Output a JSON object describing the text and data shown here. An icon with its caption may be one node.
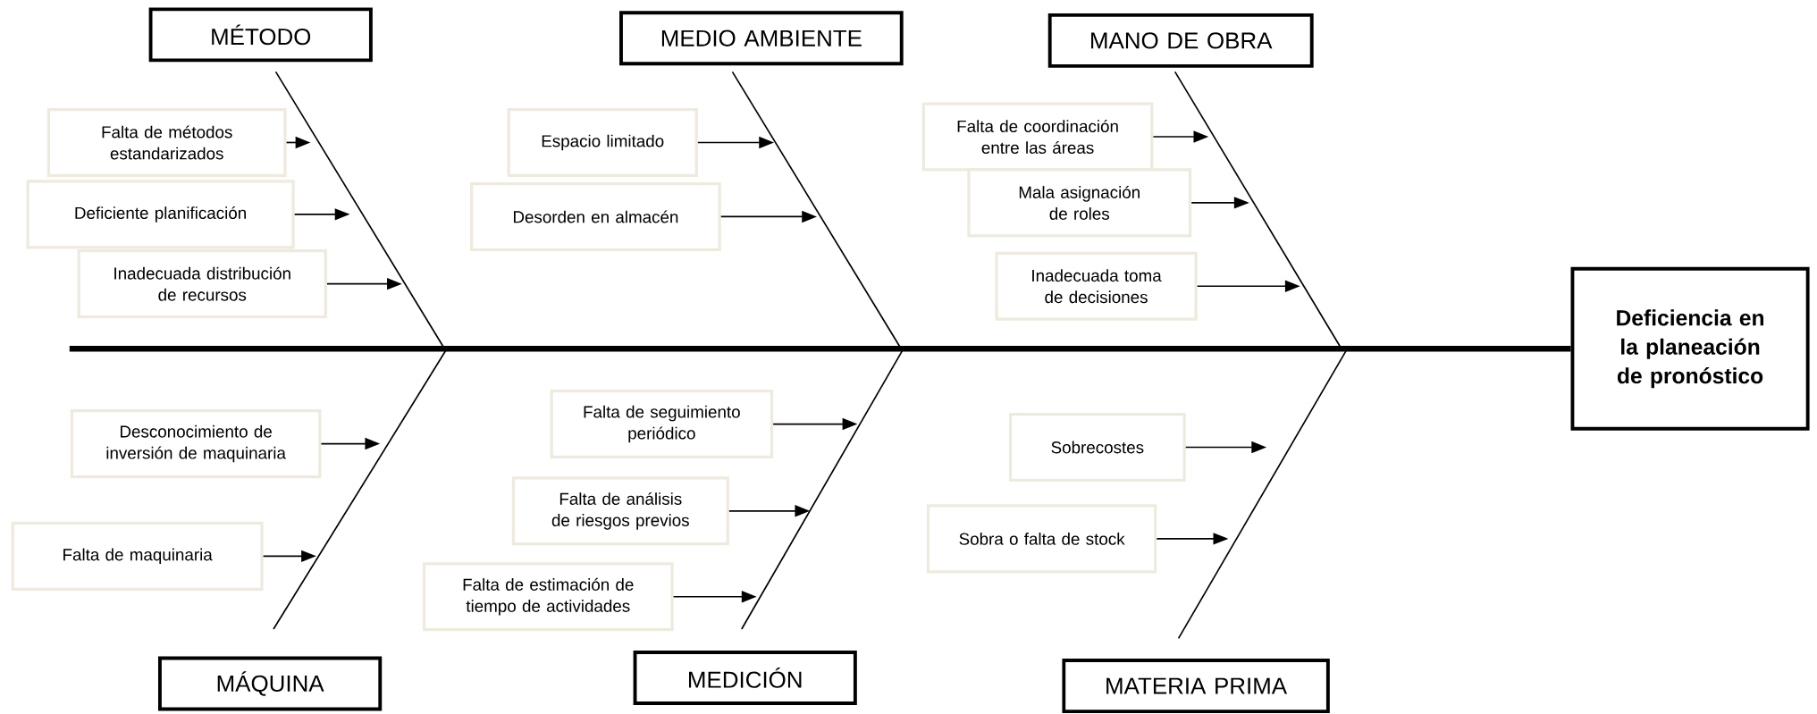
{
  "diagram": {
    "nodes": [
      {
        "text": [
          "Deficiencia en la planeación de pronóstico"
        ]
      },
      {
        "text": [
          "MÉTODO"
        ]
      },
      {
        "text": [
          "MEDIO AMBIENTE"
        ]
      },
      {
        "text": [
          "MANO DE OBRA"
        ]
      },
      {
        "text": [
          "MÁQUINA"
        ]
      },
      {
        "text": [
          "MEDICIÓN"
        ]
      },
      {
        "text": [
          "MATERIA PRIMA"
        ]
      },
      {
        "text": [
          "Falta de métodos estandarizados"
        ]
      },
      {
        "text": [
          "Deficiente planificación"
        ]
      },
      {
        "text": [
          "Inadecuada distribución de recursos"
        ]
      },
      {
        "text": [
          "Espacio limitado"
        ]
      },
      {
        "text": [
          "Desorden en almacén"
        ]
      },
      {
        "text": [
          "Falta de coordinación entre las áreas"
        ]
      },
      {
        "text": [
          "Mala asignación de roles"
        ]
      },
      {
        "text": [
          "Inadecuada toma de decisiones"
        ]
      },
      {
        "text": [
          "Desconocimiento de inversión de maquinaria"
        ]
      },
      {
        "text": [
          "Falta de maquinaria"
        ]
      },
      {
        "text": [
          "Falta de seguimiento periódico"
        ]
      },
      {
        "text": [
          "Falta de análisis de riesgos previos"
        ]
      },
      {
        "text": [
          "Falta de estimación de tiempo de actividades"
        ]
      },
      {
        "text": [
          "Sobrecostes"
        ]
      },
      {
        "text": [
          "Sobra o falta de stock"
        ]
      }
    ],
    "edges": [
      {
        "from": 7,
        "to": null,
        "arrow": "to"
      },
      {
        "from": 8,
        "to": null,
        "arrow": "to"
      },
      {
        "from": 9,
        "to": null,
        "arrow": "to"
      },
      {
        "from": 10,
        "to": null,
        "arrow": "to"
      },
      {
        "from": 11,
        "to": null,
        "arrow": "to"
      },
      {
        "from": 12,
        "to": null,
        "arrow": "to"
      },
      {
        "from": 13,
        "to": null,
        "arrow": "to"
      },
      {
        "from": 14,
        "to": null,
        "arrow": "to"
      },
      {
        "from": 15,
        "to": null,
        "arrow": "to"
      },
      {
        "from": 16,
        "to": null,
        "arrow": "to"
      },
      {
        "from": 17,
        "to": null,
        "arrow": "to"
      },
      {
        "from": 18,
        "to": null,
        "arrow": "to"
      },
      {
        "from": 19,
        "to": null,
        "arrow": "to"
      },
      {
        "from": 20,
        "to": null,
        "arrow": "to"
      },
      {
        "from": 21,
        "to": null,
        "arrow": "to"
      },
      {
        "from": null,
        "to": 0,
        "arrow": "none",
        "style": "thick"
      }
    ]
  }
}
